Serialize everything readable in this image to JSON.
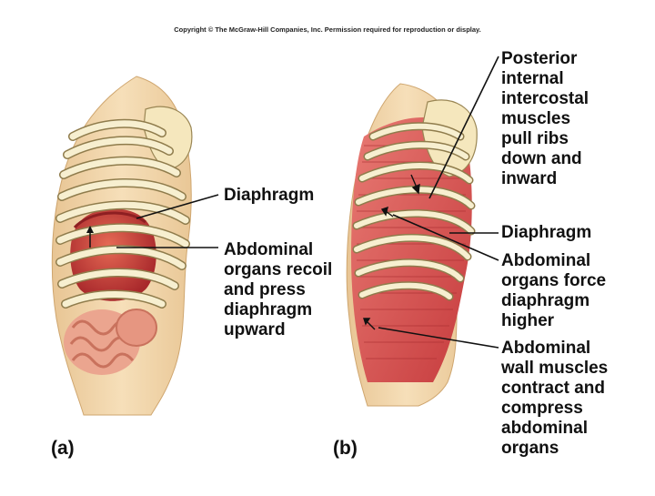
{
  "copyright": "Copyright © The McGraw-Hill Companies, Inc. Permission required for reproduction or display.",
  "panel_a": {
    "letter": "(a)",
    "labels": {
      "diaphragm": "Diaphragm",
      "abdominal": "Abdominal\norgans recoil\nand press\ndiaphragm\nupward"
    }
  },
  "panel_b": {
    "letter": "(b)",
    "labels": {
      "posterior": "Posterior\ninternal\nintercostal\nmuscles\npull ribs\ndown and\ninward",
      "diaphragm": "Diaphragm",
      "abdominal_organs": "Abdominal\norgans force\ndiaphragm\nhigher",
      "abdominal_wall": "Abdominal\nwall muscles\ncontract and\ncompress\nabdominal\norgans"
    }
  },
  "colors": {
    "skin": "#f2d7ad",
    "bone": "#f6ecc8",
    "bone_outline": "#9a8654",
    "muscle": "#d8504f",
    "organ": "#cf4a3c",
    "intestine": "#e9a08a"
  }
}
